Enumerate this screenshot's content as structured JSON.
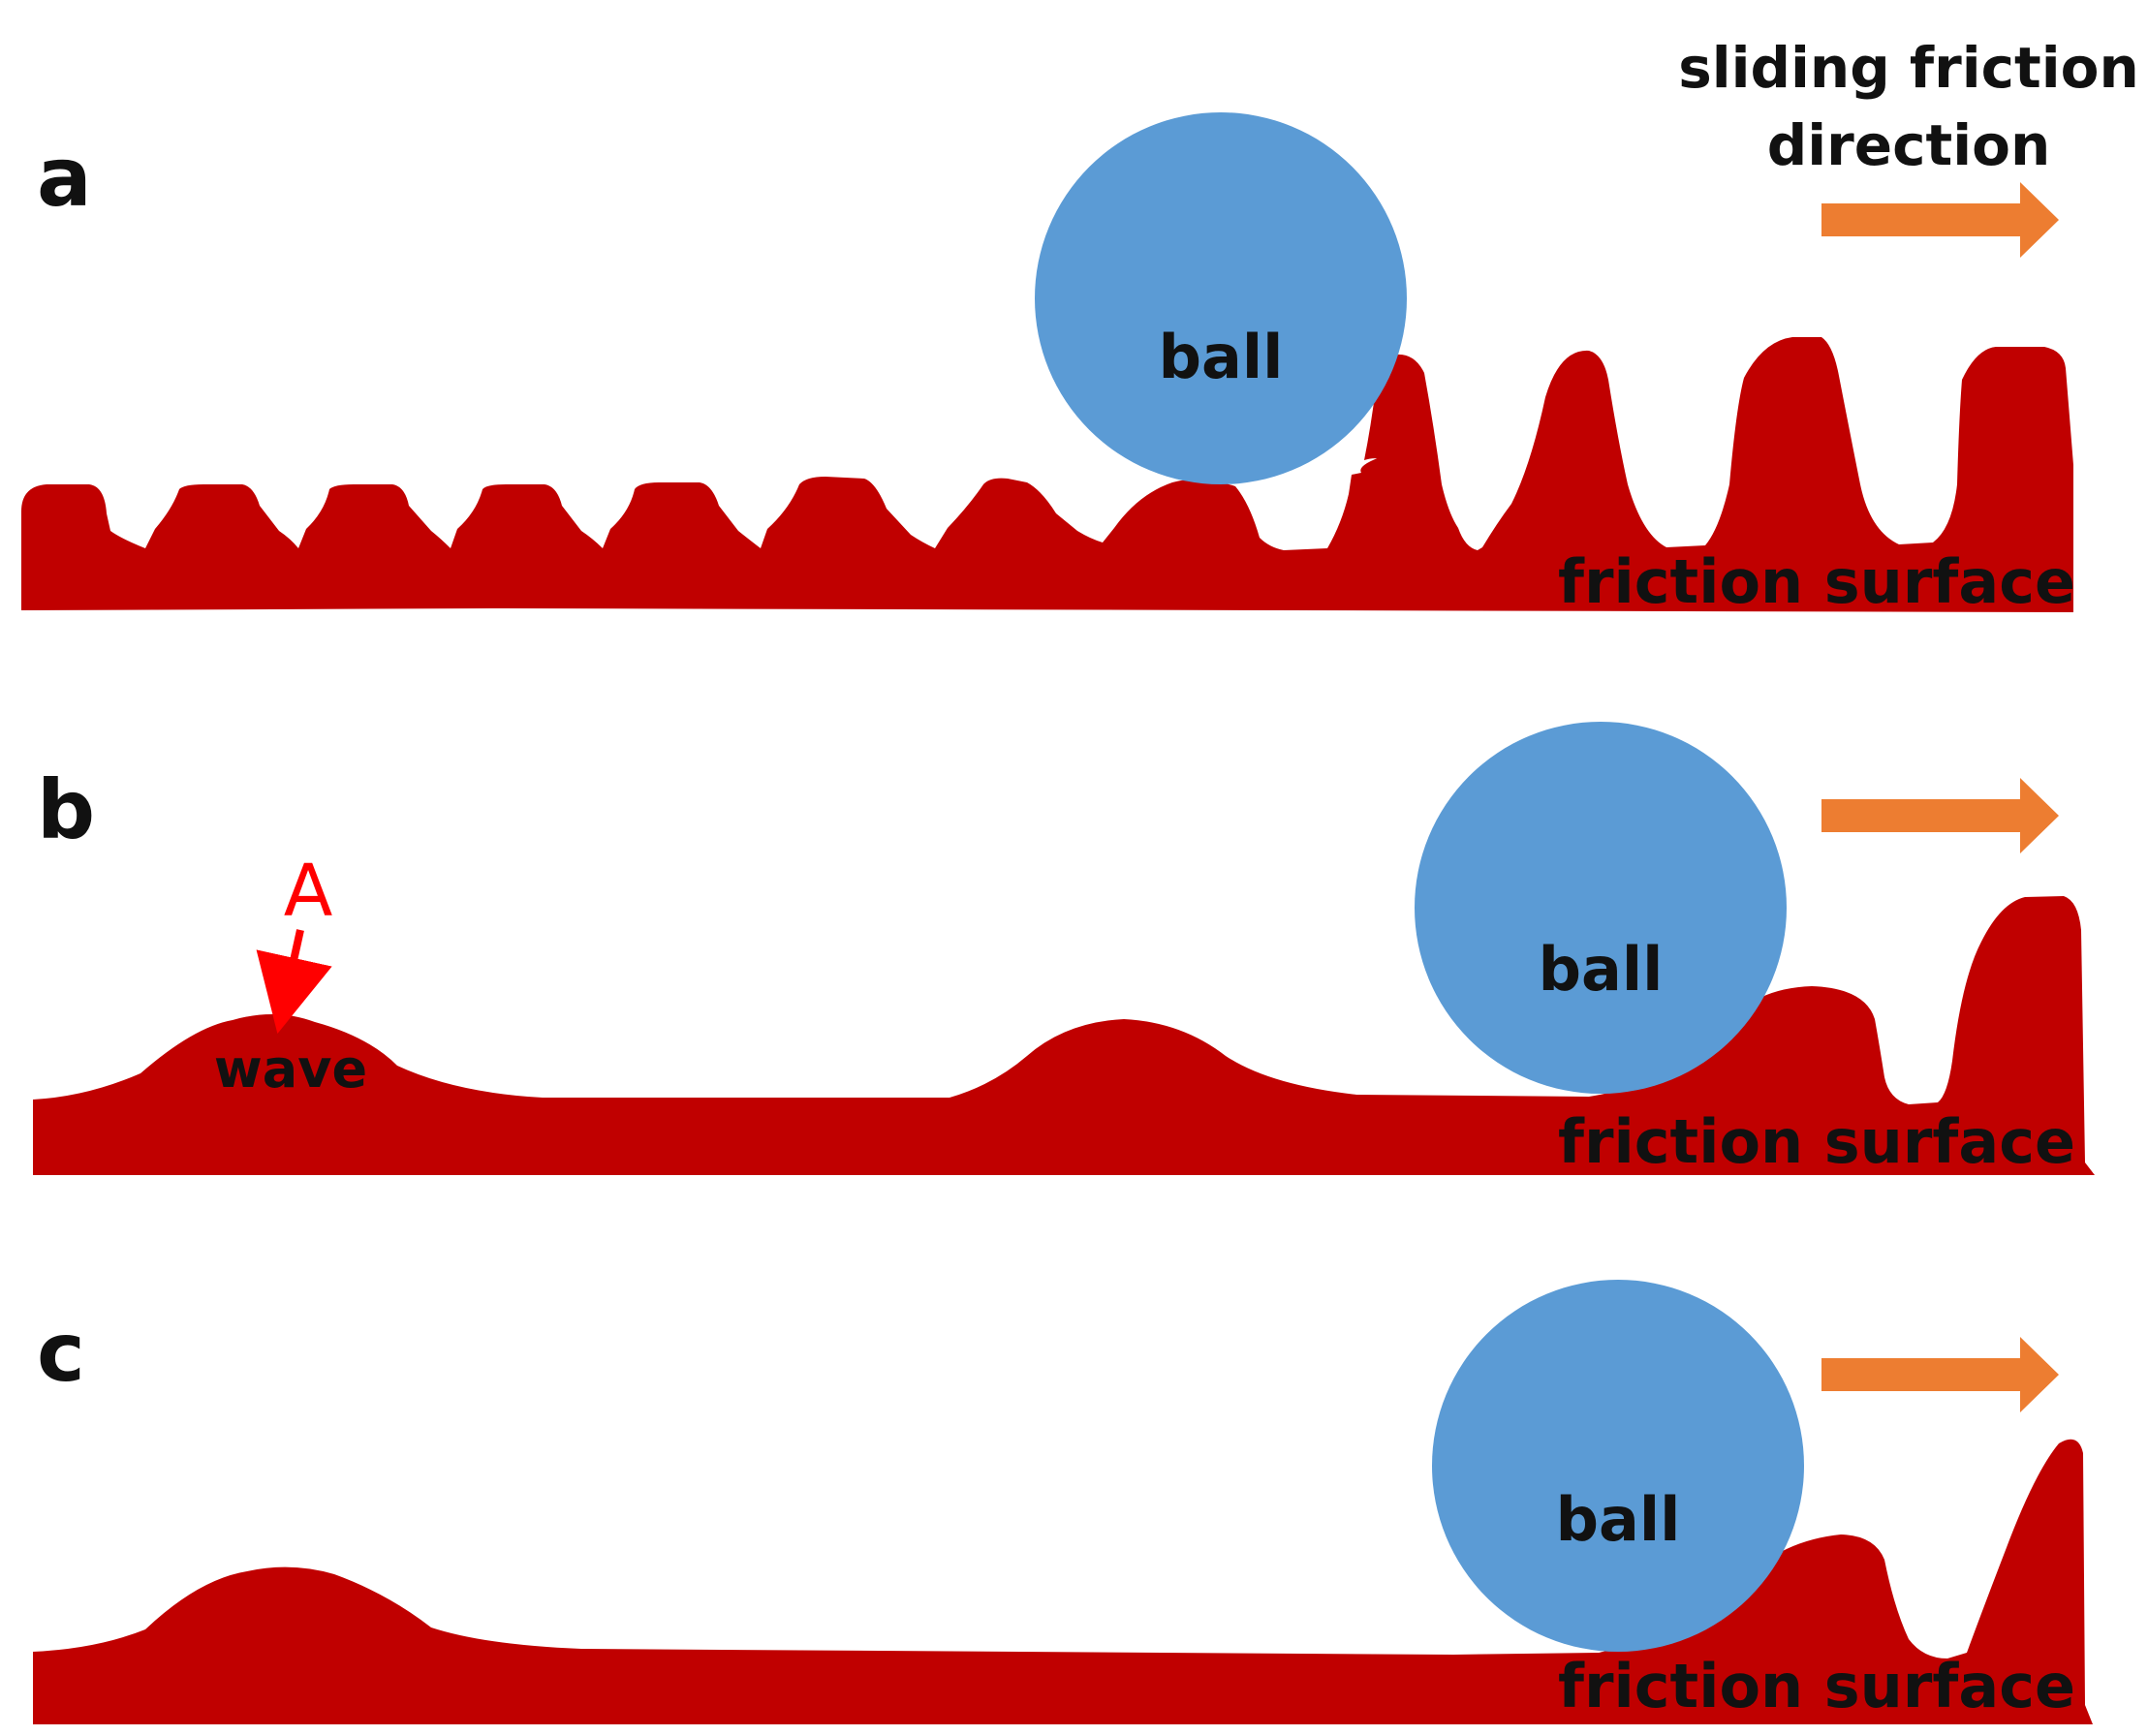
{
  "colors": {
    "surface": "#c00000",
    "ball": "#5b9bd5",
    "arrow": "#ed7d31",
    "marker": "#ff0000",
    "text": "#111111"
  },
  "direction": {
    "line1": "sliding friction",
    "line2": "direction"
  },
  "panels": [
    {
      "label": "a",
      "ball_label": "ball",
      "surface_label": "friction surface"
    },
    {
      "label": "b",
      "ball_label": "ball",
      "surface_label": "friction surface",
      "wave_label": "wave",
      "marker_label": "A"
    },
    {
      "label": "c",
      "ball_label": "ball",
      "surface_label": "friction surface"
    }
  ]
}
